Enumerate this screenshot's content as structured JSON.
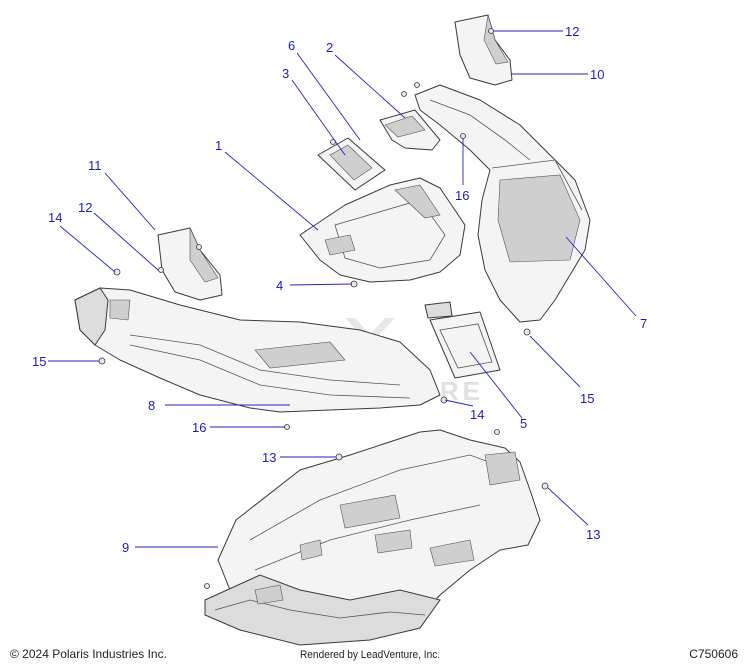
{
  "footer": {
    "copyright": "© 2024 Polaris Industries Inc.",
    "rendered_by": "Rendered by LeadVenture, Inc.",
    "diagram_id": "C750606"
  },
  "watermark": "LEADVENTURE",
  "colors": {
    "callout": "#1a1acc",
    "leader": "#2323c8",
    "line_art": "#3a3a3a"
  },
  "callouts": [
    {
      "id": "c1",
      "label": "1"
    },
    {
      "id": "c2",
      "label": "2"
    },
    {
      "id": "c3",
      "label": "3"
    },
    {
      "id": "c4",
      "label": "4"
    },
    {
      "id": "c5",
      "label": "5"
    },
    {
      "id": "c6",
      "label": "6"
    },
    {
      "id": "c7",
      "label": "7"
    },
    {
      "id": "c8",
      "label": "8"
    },
    {
      "id": "c9",
      "label": "9"
    },
    {
      "id": "c10",
      "label": "10"
    },
    {
      "id": "c11",
      "label": "11"
    },
    {
      "id": "c12a",
      "label": "12"
    },
    {
      "id": "c12b",
      "label": "12"
    },
    {
      "id": "c13a",
      "label": "13"
    },
    {
      "id": "c13b",
      "label": "13"
    },
    {
      "id": "c14a",
      "label": "14"
    },
    {
      "id": "c14b",
      "label": "14"
    },
    {
      "id": "c15a",
      "label": "15"
    },
    {
      "id": "c15b",
      "label": "15"
    },
    {
      "id": "c16a",
      "label": "16"
    },
    {
      "id": "c16b",
      "label": "16"
    }
  ]
}
